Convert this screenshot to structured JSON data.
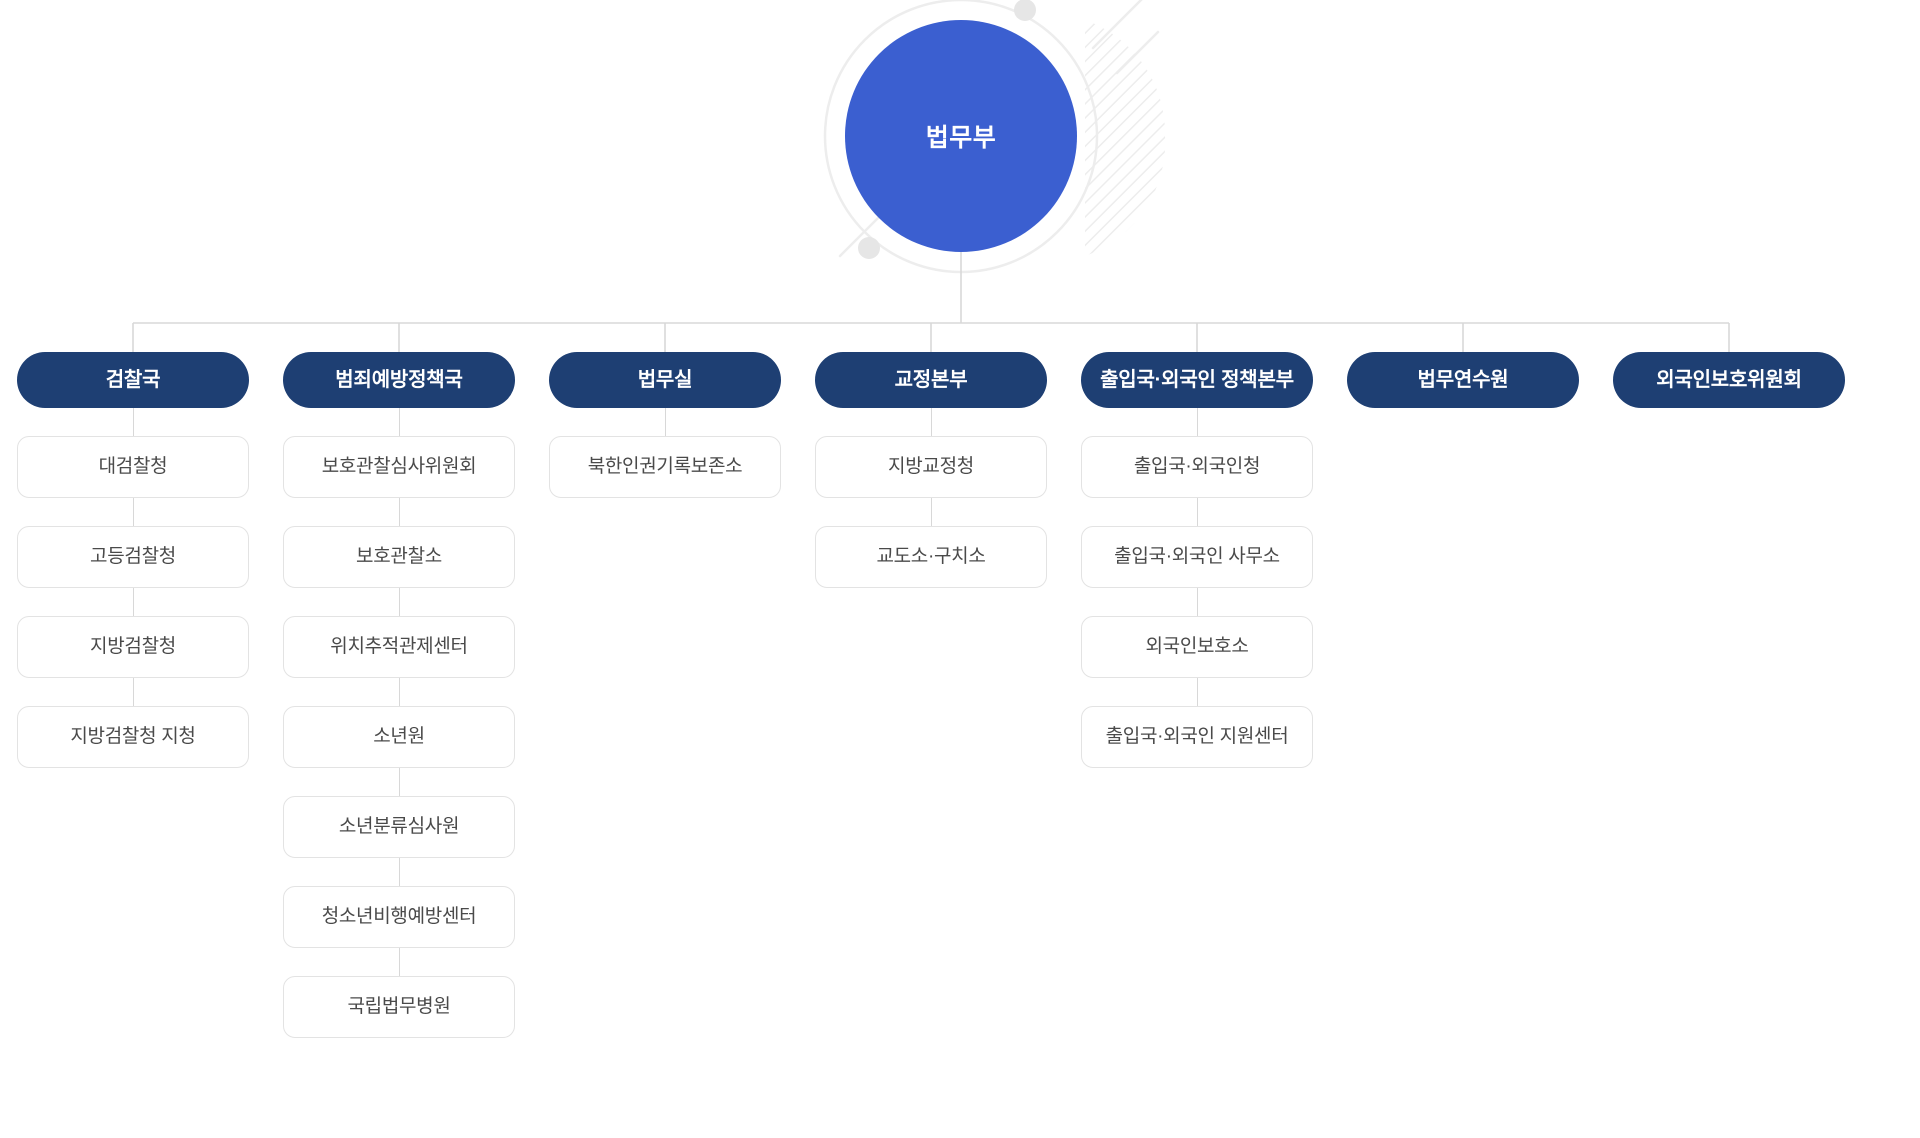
{
  "meta": {
    "title": "법무부 조직도",
    "colors": {
      "root_circle": "#3b5fd0",
      "department": "#1e3f73",
      "child_border": "#e3e3e3",
      "child_text": "#4a4a4a",
      "connector": "#d8d8d8",
      "deco": "#e8e8e8"
    }
  },
  "root": {
    "label": "법무부"
  },
  "columns": [
    {
      "dept": "검찰국",
      "children": [
        "대검찰청",
        "고등검찰청",
        "지방검찰청",
        "지방검찰청 지청"
      ]
    },
    {
      "dept": "범죄예방정책국",
      "children": [
        "보호관찰심사위원회",
        "보호관찰소",
        "위치추적관제센터",
        "소년원",
        "소년분류심사원",
        "청소년비행예방센터",
        "국립법무병원"
      ]
    },
    {
      "dept": "법무실",
      "children": [
        "북한인권기록보존소"
      ]
    },
    {
      "dept": "교정본부",
      "children": [
        "지방교정청",
        "교도소·구치소"
      ]
    },
    {
      "dept": "출입국·외국인 정책본부",
      "children": [
        "출입국·외국인청",
        "출입국·외국인 사무소",
        "외국인보호소",
        "출입국·외국인 지원센터"
      ]
    },
    {
      "dept": "법무연수원",
      "children": []
    },
    {
      "dept": "외국인보호위원회",
      "children": []
    }
  ]
}
